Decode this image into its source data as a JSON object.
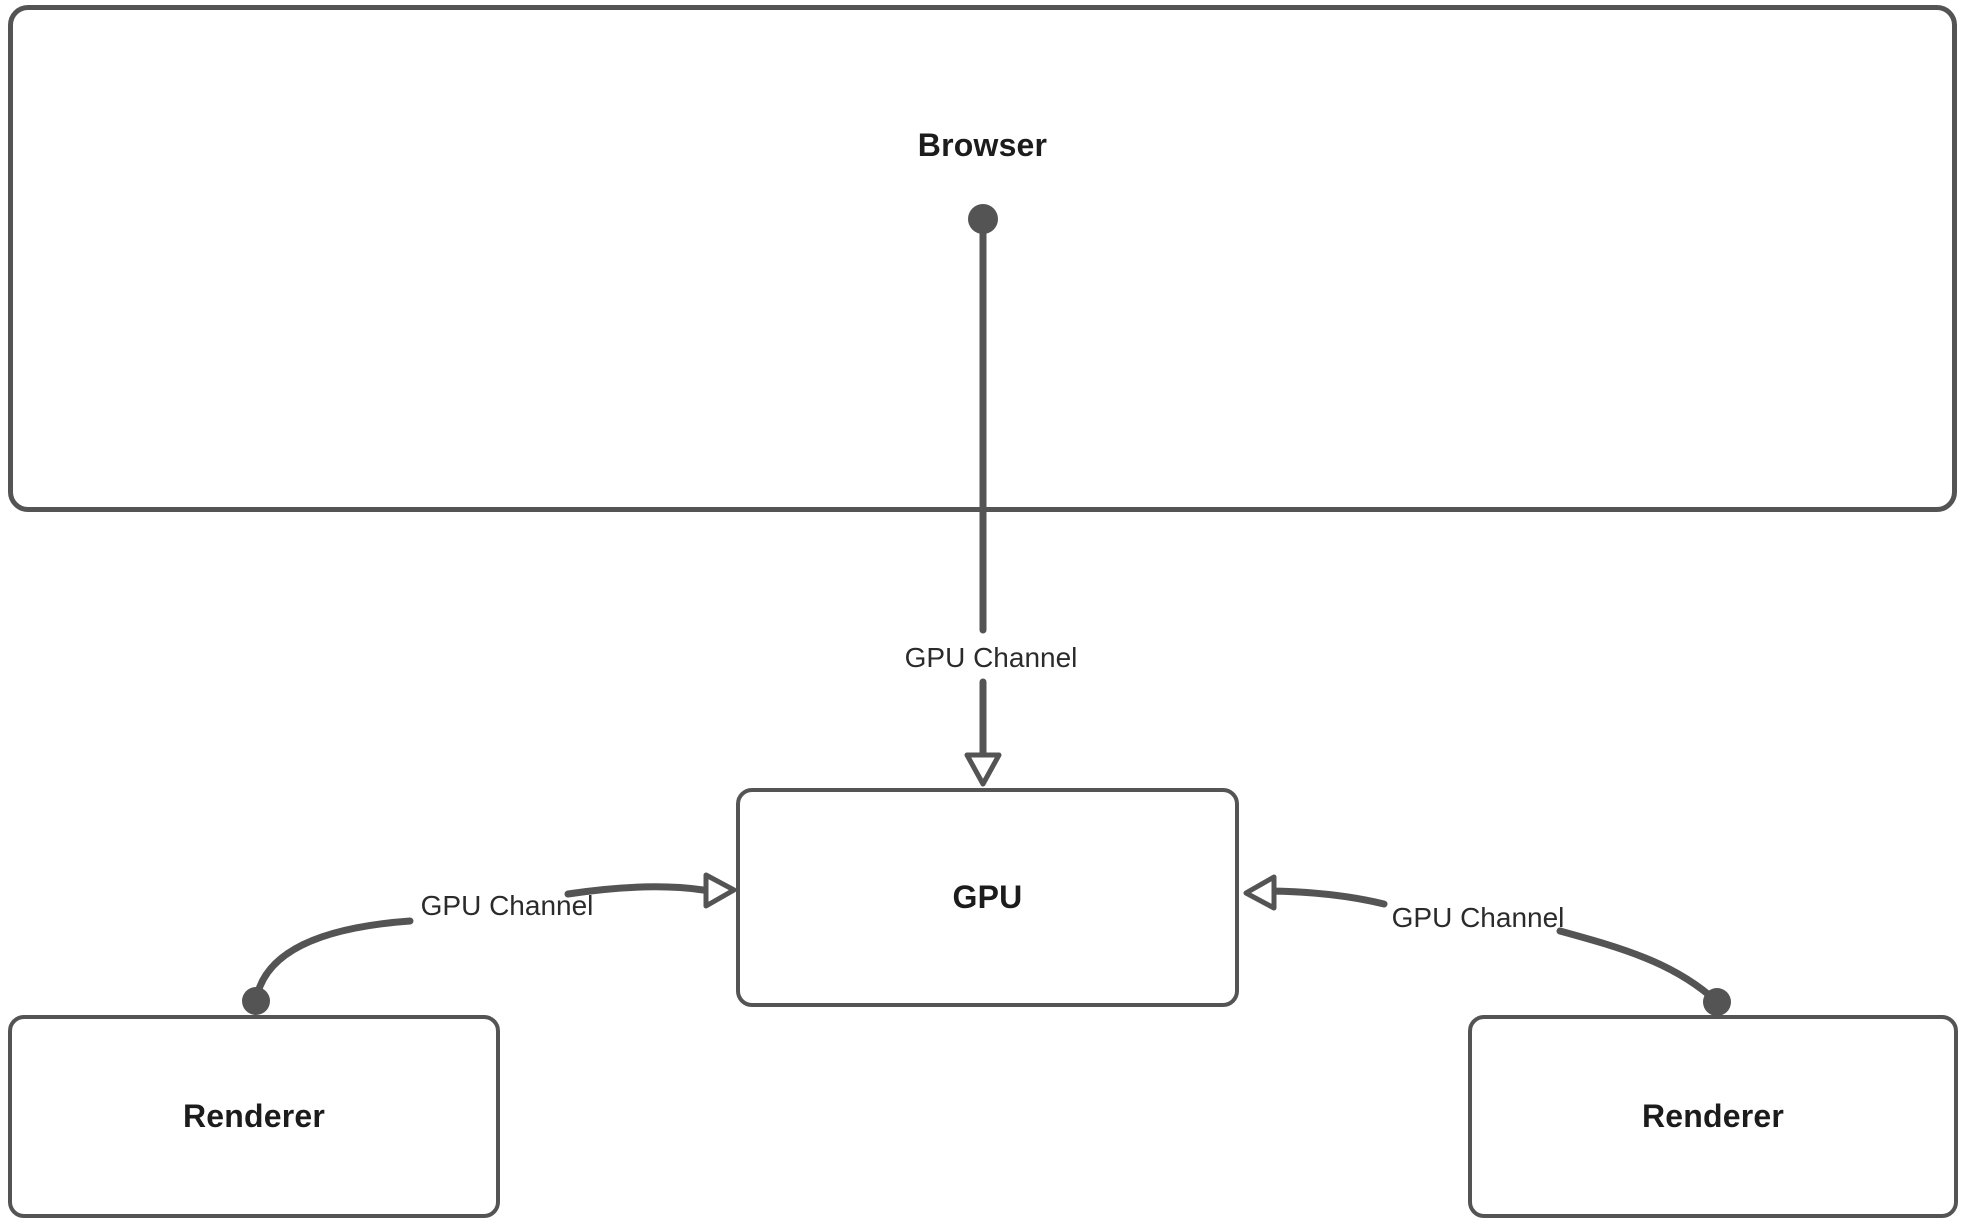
{
  "colors": {
    "stroke": "#545454",
    "node_text": "#1c1c1c",
    "edge_label_text": "#2b2b2b",
    "background": "#ffffff"
  },
  "nodes": {
    "browser": {
      "label": "Browser"
    },
    "gpu": {
      "label": "GPU"
    },
    "renderer_left": {
      "label": "Renderer"
    },
    "renderer_right": {
      "label": "Renderer"
    }
  },
  "edges": {
    "browser_to_gpu": {
      "label": "GPU Channel"
    },
    "renderer_left_to_gpu": {
      "label": "GPU Channel"
    },
    "renderer_right_to_gpu": {
      "label": "GPU Channel"
    }
  }
}
